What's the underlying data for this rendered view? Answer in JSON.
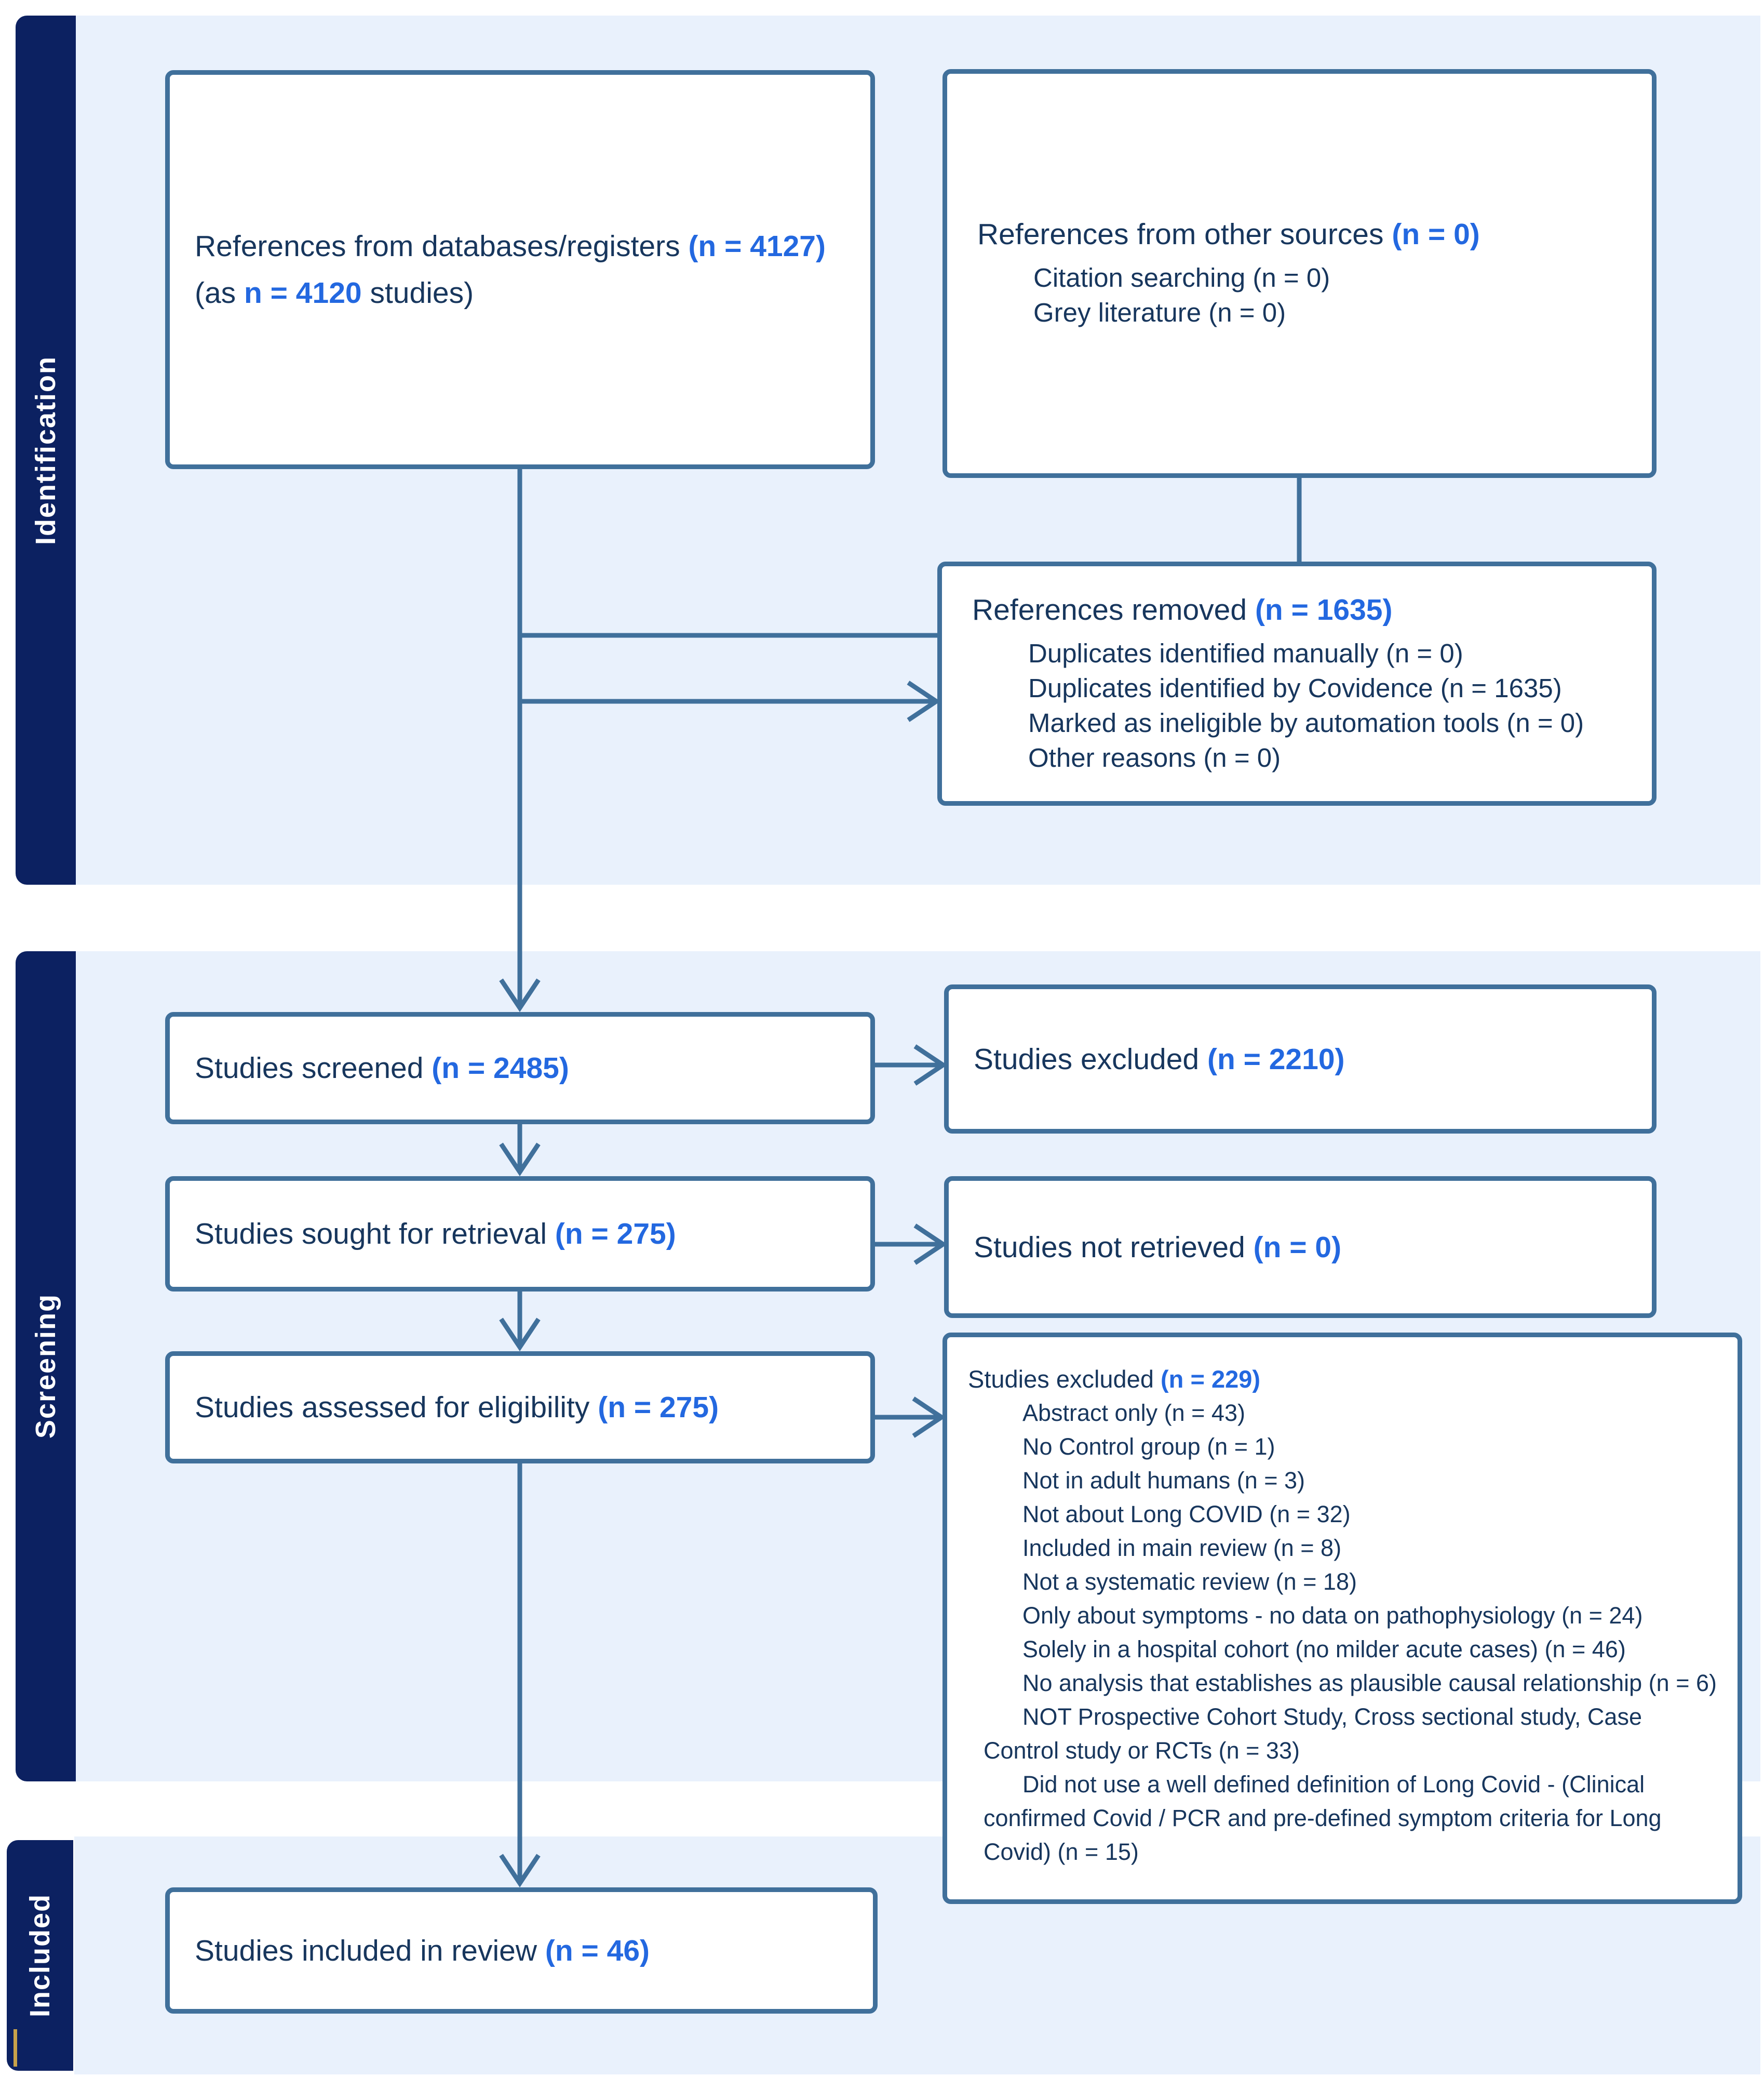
{
  "figure": {
    "type": "prisma-flow-diagram",
    "title": "PRISMA study selection flow"
  },
  "colors": {
    "panel_background": "#e9f1fc",
    "sidebar_band": "#0c2161",
    "box_border": "#40709b",
    "connector": "#40709b",
    "text_dark": "#17365d",
    "highlight_blue": "#2368e0",
    "gold_marker": "#c8a24a"
  },
  "sidebar": {
    "identification": "Identification",
    "screening": "Screening",
    "included": "Included"
  },
  "boxes": {
    "db": {
      "label": "References from databases/registers ",
      "n": "(n = 4127)",
      "line2a": "(as ",
      "line2n": "n = 4120",
      "line2b": " studies)"
    },
    "other": {
      "label": "References from other sources ",
      "n": "(n = 0)",
      "items": [
        "Citation searching (n = 0)",
        "Grey literature (n = 0)"
      ]
    },
    "removed": {
      "label": "References removed ",
      "n": "(n = 1635)",
      "items": [
        "Duplicates identified manually (n = 0)",
        "Duplicates identified by Covidence (n = 1635)",
        "Marked as ineligible by automation tools (n = 0)",
        "Other reasons (n = 0)"
      ]
    },
    "screened": {
      "label": "Studies screened ",
      "n": "(n = 2485)"
    },
    "excluded1": {
      "label": "Studies excluded ",
      "n": "(n = 2210)"
    },
    "sought": {
      "label": "Studies sought for retrieval ",
      "n": "(n = 275)"
    },
    "notretrieved": {
      "label": "Studies not retrieved ",
      "n": "(n = 0)"
    },
    "assessed": {
      "label": "Studies assessed for eligibility ",
      "n": "(n = 275)"
    },
    "eligexcluded": {
      "label": "Studies excluded ",
      "n": "(n = 229)",
      "items": [
        "Abstract only (n = 43)",
        "No Control group (n = 1)",
        "Not in adult humans (n = 3)",
        "Not about Long COVID (n = 32)",
        "Included in main review (n = 8)",
        "Not a systematic review (n = 18)",
        "Only about symptoms - no data on pathophysiology (n = 24)",
        "Solely in a hospital cohort (no milder acute cases) (n = 46)",
        "No analysis that establishes as plausible causal relationship (n = 6)",
        "NOT Prospective Cohort Study, Cross sectional study, Case Control study or RCTs (n = 33)",
        "Did not use a well defined definition of Long Covid - (Clinical confirmed Covid / PCR and pre-defined symptom criteria for Long Covid) (n = 15)"
      ]
    },
    "included": {
      "label": "Studies included in review ",
      "n": "(n = 46)"
    }
  }
}
